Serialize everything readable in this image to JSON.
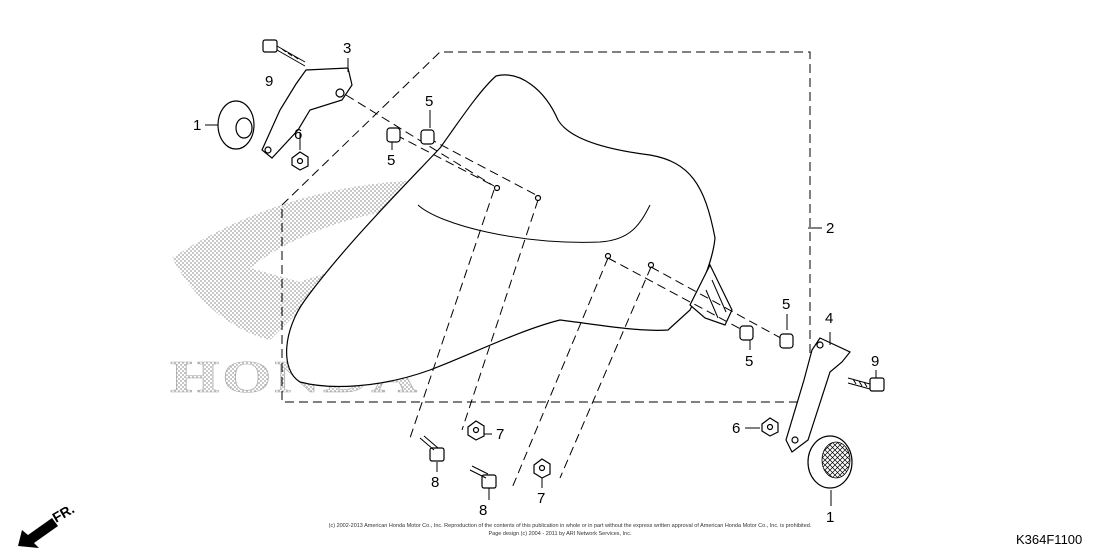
{
  "logo": {
    "text": "HONDA"
  },
  "callouts": {
    "c1a": "1",
    "c1b": "1",
    "c2": "2",
    "c3": "3",
    "c4": "4",
    "c5a": "5",
    "c5b": "5",
    "c5c": "5",
    "c5d": "5",
    "c6a": "6",
    "c6b": "6",
    "c7a": "7",
    "c7b": "7",
    "c8a": "8",
    "c8b": "8",
    "c9a": "9",
    "c9b": "9"
  },
  "front_marker": {
    "label": "FR."
  },
  "copyright": {
    "line1": "(c) 2002-2013 American Honda Motor Co., Inc. Reproduction of the contents of this publication in whole or in part without the express written approval of American Honda Motor Co., Inc. is prohibited.",
    "line2": "Page design (c) 2004 - 2011 by ARI Network Services, Inc."
  },
  "diagram_code": "K364F1100"
}
